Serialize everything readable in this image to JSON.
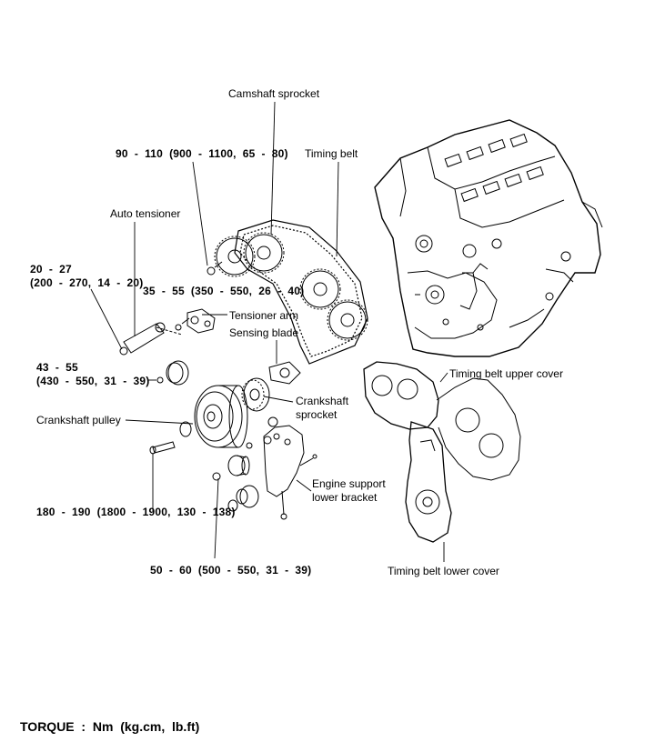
{
  "labels": {
    "camshaft_sprocket": "Camshaft sprocket",
    "timing_belt": "Timing belt",
    "auto_tensioner": "Auto tensioner",
    "tensioner_arm": "Tensioner arm",
    "sensing_blade": "Sensing blade",
    "timing_belt_upper_cover": "Timing belt upper cover",
    "crankshaft_sprocket_1": "Crankshaft",
    "crankshaft_sprocket_2": "sprocket",
    "crankshaft_pulley": "Crankshaft pulley",
    "engine_support_1": "Engine support",
    "engine_support_2": "lower bracket",
    "timing_belt_lower_cover": "Timing belt lower cover"
  },
  "torques": {
    "camshaft": "90  -  110  (900  -  1100,  65  -  80)",
    "auto_tensioner_1": "20  -  27",
    "auto_tensioner_2": "(200  -  270,  14  -  20)",
    "tensioner_arm": "35  -  55  (350  -  550,  26  -  40)",
    "idler_1": "43  -  55",
    "idler_2": "(430  -  550,  31  -  39)",
    "crank_bolt": "180  -  190  (1800  -  1900,  130  -  138)",
    "bracket_bolt": "50  -  60  (500  -  550,  31  -  39)"
  },
  "footer": {
    "torque_units": "TORQUE  :  Nm  (kg.cm,  lb.ft)"
  }
}
